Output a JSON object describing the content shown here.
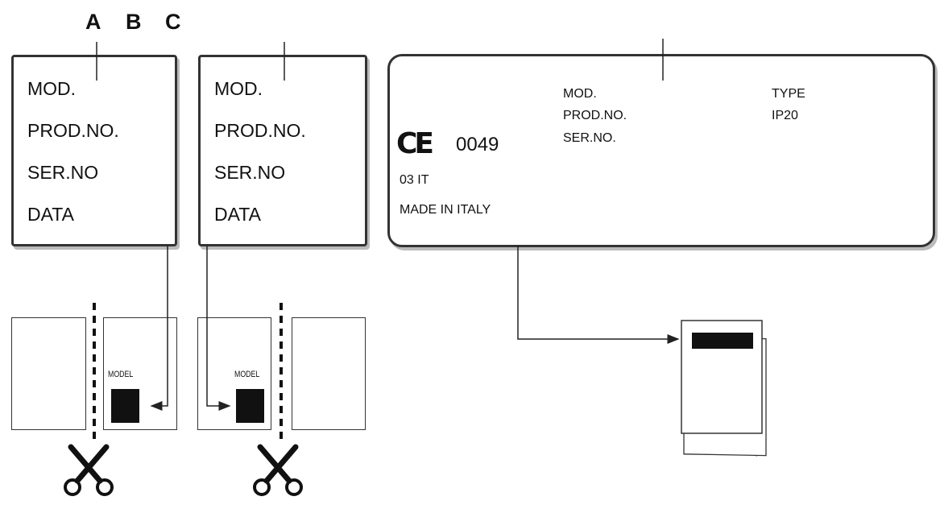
{
  "column_letters": [
    "A",
    "B",
    "C"
  ],
  "label_fields": [
    "MOD.",
    "PROD.NO.",
    "SER.NO",
    "DATA"
  ],
  "plate": {
    "ce_mark": "CE",
    "ce_number": "0049",
    "year_country": "03  IT",
    "origin": "MADE IN ITALY",
    "fields_left": [
      "MOD.",
      "PROD.NO.",
      "SER.NO."
    ],
    "fields_right": [
      "TYPE",
      "IP20"
    ]
  },
  "sticker_caption": "MODEL",
  "icons": [
    "scissors-icon",
    "booklet-icon"
  ]
}
